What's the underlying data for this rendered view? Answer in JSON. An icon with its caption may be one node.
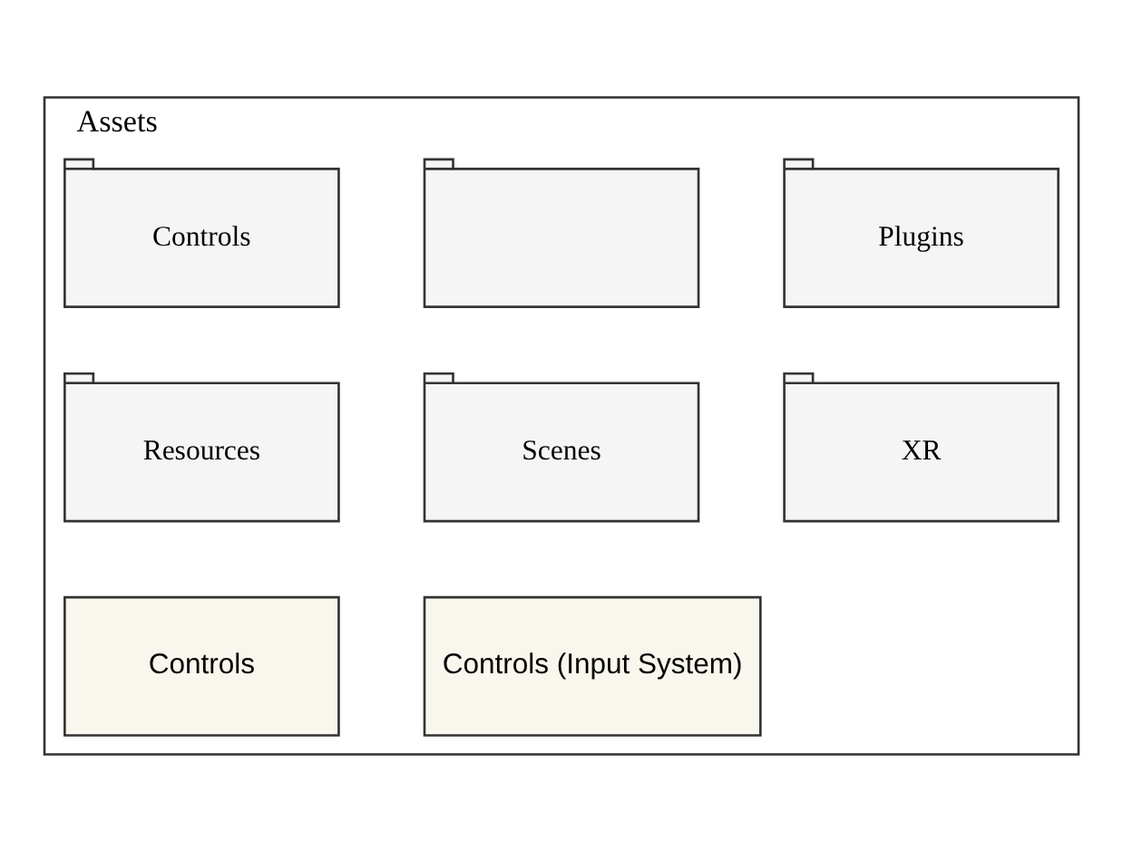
{
  "diagram": {
    "nodes": [
      {
        "text": [
          "Assets"
        ]
      },
      {
        "text": [
          "Controls"
        ],
        "in": 0
      },
      {
        "text": [],
        "shape": "folder",
        "in": 0
      },
      {
        "text": [
          "Plugins"
        ],
        "in": 0
      },
      {
        "text": [
          "Resources"
        ],
        "in": 0
      },
      {
        "text": [
          "Scenes"
        ],
        "in": 0
      },
      {
        "text": [
          "XR"
        ],
        "in": 0
      },
      {
        "text": [
          "Controls"
        ],
        "in": 0
      },
      {
        "text": [
          "Controls (Input System)"
        ],
        "in": 0
      }
    ]
  }
}
